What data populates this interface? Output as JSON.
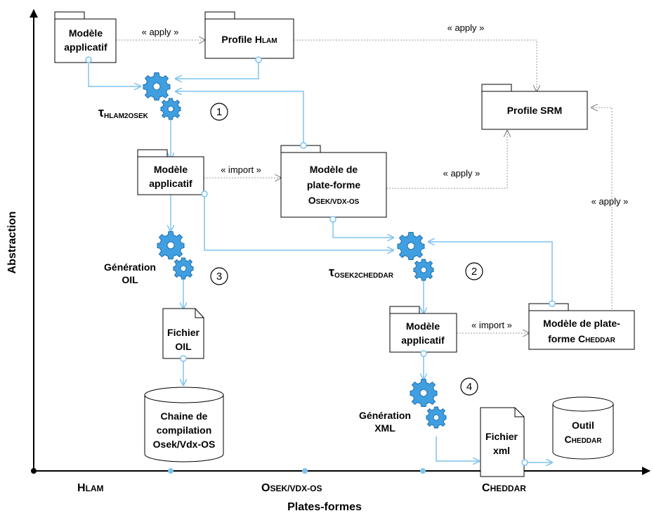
{
  "axes": {
    "y_label": "Abstraction",
    "x_label": "Plates-formes",
    "x_ticks": {
      "hlam_big": "H",
      "hlam_small": "LAM",
      "osek_big": "O",
      "osek_small": "SEK/VDX-OS",
      "cheddar_big": "C",
      "cheddar_small": "HEDDAR"
    }
  },
  "packages": {
    "app1": [
      "Modèle",
      "applicatif"
    ],
    "profile_hlam": {
      "text": "Profile ",
      "big": "H",
      "small": "LAM"
    },
    "profile_srm": "Profile SRM",
    "app2": [
      "Modèle",
      "applicatif"
    ],
    "platform_osek": {
      "line1": "Modèle de",
      "line2": "plate-forme",
      "big": "O",
      "small": "SEK/VDX-OS"
    },
    "app3": [
      "Modèle",
      "applicatif"
    ],
    "platform_cheddar": {
      "line1": "Modèle de plate-",
      "line2": "forme ",
      "big": "C",
      "small": "HEDDAR"
    }
  },
  "files": {
    "oil": [
      "Fichier",
      "OIL"
    ],
    "xml": [
      "Fichier",
      "xml"
    ]
  },
  "databases": {
    "chaine": [
      "Chaine de",
      "compilation",
      "Osek/Vdx-OS"
    ],
    "outil": {
      "line1": "Outil",
      "big": "C",
      "small": "HEDDAR"
    }
  },
  "stereotypes": {
    "apply1": "« apply »",
    "apply2": "« apply »",
    "apply3": "« apply »",
    "apply4": "« apply »",
    "import1": "« import »",
    "import2": "« import »"
  },
  "transforms": {
    "t1": {
      "tau": "τ",
      "sub": "HLAM2OSEK"
    },
    "t2": {
      "tau": "τ",
      "sub": "OSEK2CHEDDAR"
    },
    "gen_oil": [
      "Génération",
      "OIL"
    ],
    "gen_xml": [
      "Génération",
      "XML"
    ]
  },
  "steps": [
    "1",
    "2",
    "3",
    "4"
  ]
}
